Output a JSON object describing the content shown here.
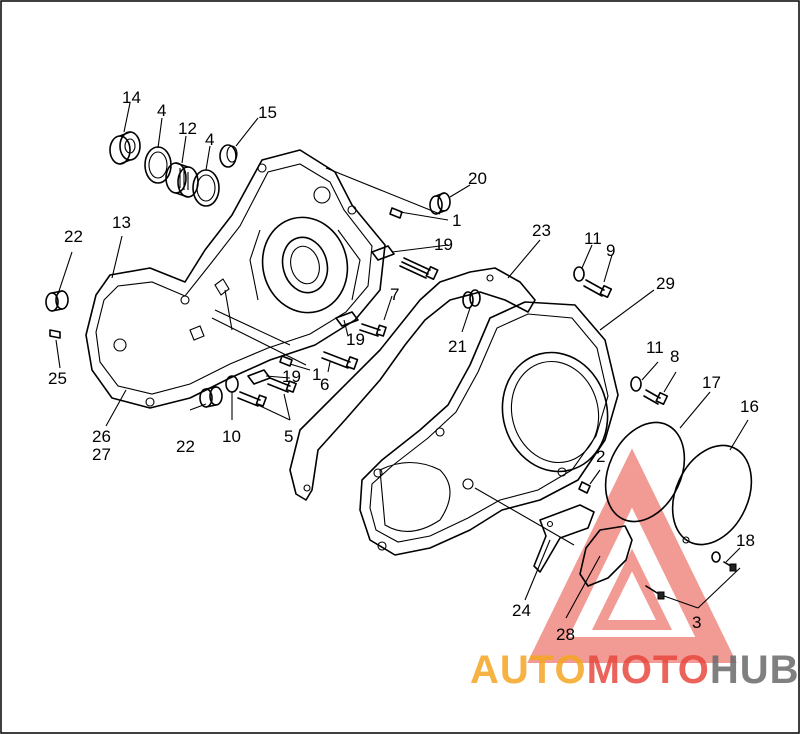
{
  "callouts": {
    "c1a": "1",
    "c1b": "1",
    "c2": "2",
    "c3": "3",
    "c4a": "4",
    "c4b": "4",
    "c5": "5",
    "c6": "6",
    "c7": "7",
    "c8": "8",
    "c9": "9",
    "c10": "10",
    "c11a": "11",
    "c11b": "11",
    "c12": "12",
    "c13": "13",
    "c14": "14",
    "c15": "15",
    "c16": "16",
    "c17": "17",
    "c18": "18",
    "c19a": "19",
    "c19b": "19",
    "c19c": "19",
    "c20": "20",
    "c21": "21",
    "c22a": "22",
    "c22b": "22",
    "c23": "23",
    "c24": "24",
    "c25": "25",
    "c26": "26",
    "c27": "27",
    "c28": "28",
    "c29": "29"
  },
  "watermark": {
    "part1": "AUTO",
    "part2": "MOTO",
    "part3": "HUB",
    "colors": {
      "orange": "#f5a623",
      "red": "#e8483e",
      "gray": "#6b6b6b"
    }
  }
}
